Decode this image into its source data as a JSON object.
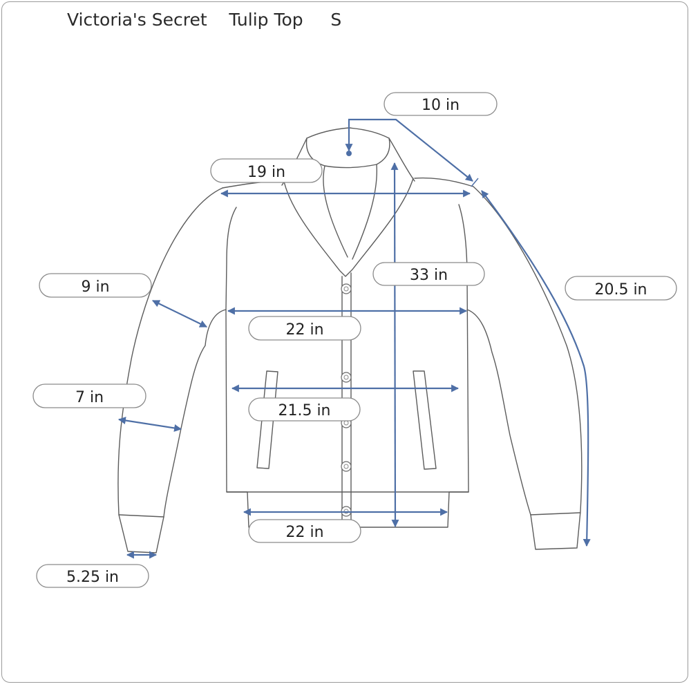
{
  "title": "Victoria's Secret    Tulip Top     S",
  "accent_color": "#4e6fa6",
  "measurements": {
    "neck_width": "10 in",
    "shoulder_width": "19 in",
    "body_length": "33 in",
    "sleeve_length": "20.5 in",
    "upper_arm": "9 in",
    "chest_width": "22 in",
    "forearm": "7 in",
    "waist_width": "21.5 in",
    "cuff_width": "5.25 in",
    "hem_width": "22 in"
  }
}
